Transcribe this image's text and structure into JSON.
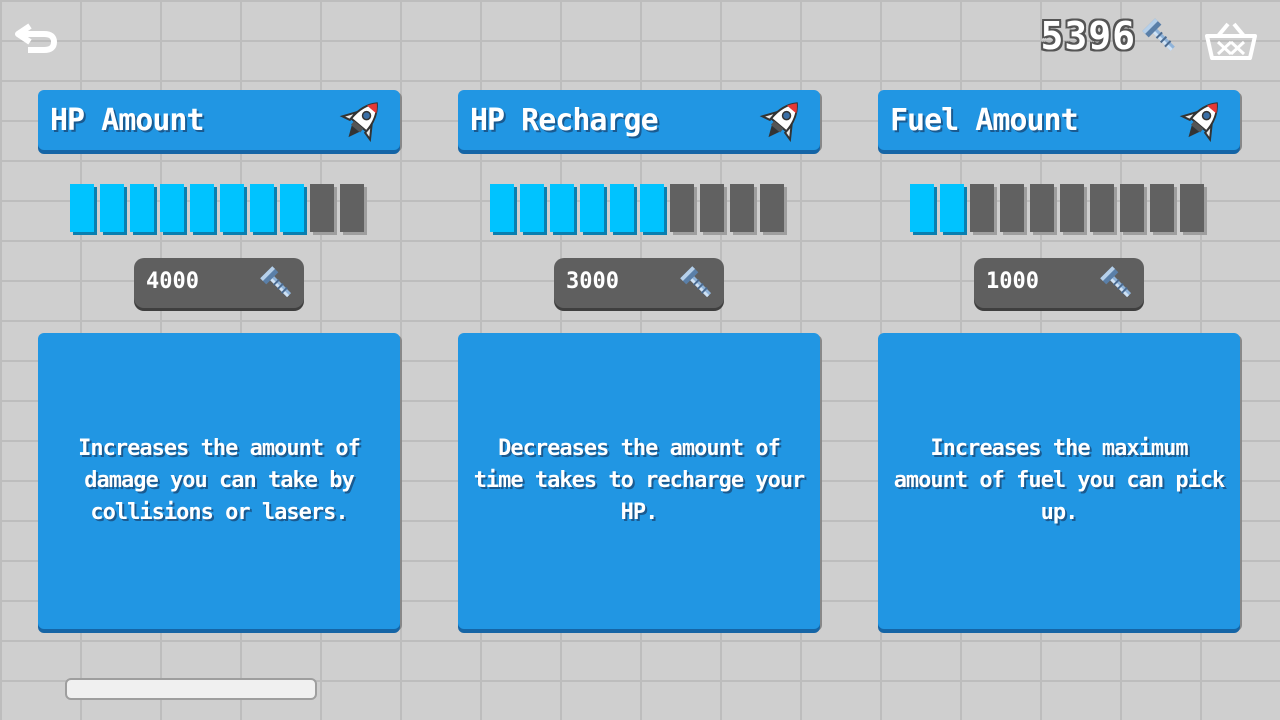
{
  "currency": {
    "amount": "5396",
    "icon": "bolt-icon"
  },
  "header": {
    "back_icon": "back-arrow-icon",
    "shop_icon": "basket-icon"
  },
  "colors": {
    "card": "#2196e3",
    "segment_filled": "#00c3ff",
    "segment_empty": "#616161",
    "price_bg": "#5f5f5f"
  },
  "upgrades": [
    {
      "title": "HP Amount",
      "level": 8,
      "max_level": 10,
      "price": "4000",
      "description": "Increases the amount of damage you can take by collisions or lasers."
    },
    {
      "title": "HP Recharge",
      "level": 6,
      "max_level": 10,
      "price": "3000",
      "description": "Decreases the amount of time takes to recharge your HP."
    },
    {
      "title": "Fuel Amount",
      "level": 2,
      "max_level": 10,
      "price": "1000",
      "description": "Increases the maximum amount of fuel you can pick up."
    }
  ]
}
